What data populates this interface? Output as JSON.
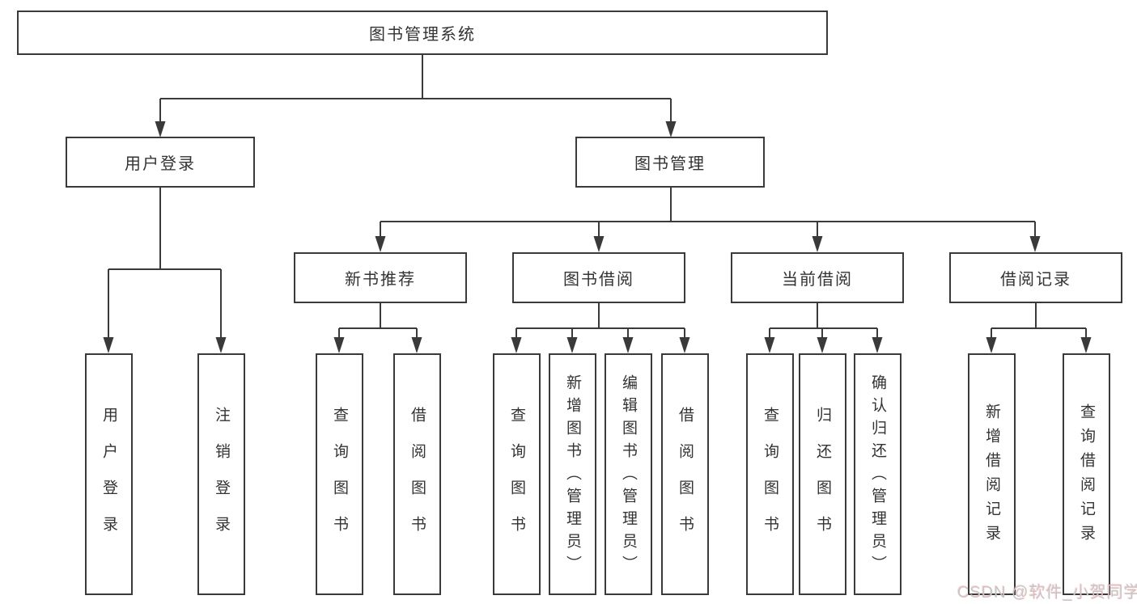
{
  "diagram": {
    "title": "图书管理系统",
    "type": "hierarchy-tree",
    "colors": {
      "line": "#3a3a3a",
      "border": "#3a3a3a",
      "text": "#333333",
      "background": "#ffffff",
      "watermark_text_color": "#c6c6c6"
    },
    "watermark": "CSDN @软件_小贺同学"
  },
  "nodes": {
    "root": {
      "label": "图书管理系统"
    },
    "user_login": {
      "label": "用户登录"
    },
    "book_management": {
      "label": "图书管理"
    },
    "new_book_rec": {
      "label": "新书推荐"
    },
    "book_borrow": {
      "label": "图书借阅"
    },
    "current_borrow": {
      "label": "当前借阅"
    },
    "borrow_record": {
      "label": "借阅记录"
    },
    "a1": {
      "label": "用户登录"
    },
    "a2": {
      "label": "注销登录"
    },
    "b1": {
      "label": "查询图书"
    },
    "b2": {
      "label": "借阅图书"
    },
    "c1": {
      "label": "查询图书"
    },
    "c2": {
      "label": "新增图书（管理员）"
    },
    "c3": {
      "label": "编辑图书（管理员）"
    },
    "c4": {
      "label": "借阅图书"
    },
    "d1": {
      "label": "查询图书"
    },
    "d2": {
      "label": "归还图书"
    },
    "d3": {
      "label": "确认归还（管理员）"
    },
    "e1": {
      "label": "新增借阅记录"
    },
    "e2": {
      "label": "查询借阅记录"
    }
  },
  "edges": [
    [
      "root",
      "user_login"
    ],
    [
      "root",
      "book_management"
    ],
    [
      "user_login",
      "a1"
    ],
    [
      "user_login",
      "a2"
    ],
    [
      "book_management",
      "new_book_rec"
    ],
    [
      "book_management",
      "book_borrow"
    ],
    [
      "book_management",
      "current_borrow"
    ],
    [
      "book_management",
      "borrow_record"
    ],
    [
      "new_book_rec",
      "b1"
    ],
    [
      "new_book_rec",
      "b2"
    ],
    [
      "book_borrow",
      "c1"
    ],
    [
      "book_borrow",
      "c2"
    ],
    [
      "book_borrow",
      "c3"
    ],
    [
      "book_borrow",
      "c4"
    ],
    [
      "current_borrow",
      "d1"
    ],
    [
      "current_borrow",
      "d2"
    ],
    [
      "current_borrow",
      "d3"
    ],
    [
      "borrow_record",
      "e1"
    ],
    [
      "borrow_record",
      "e2"
    ]
  ]
}
